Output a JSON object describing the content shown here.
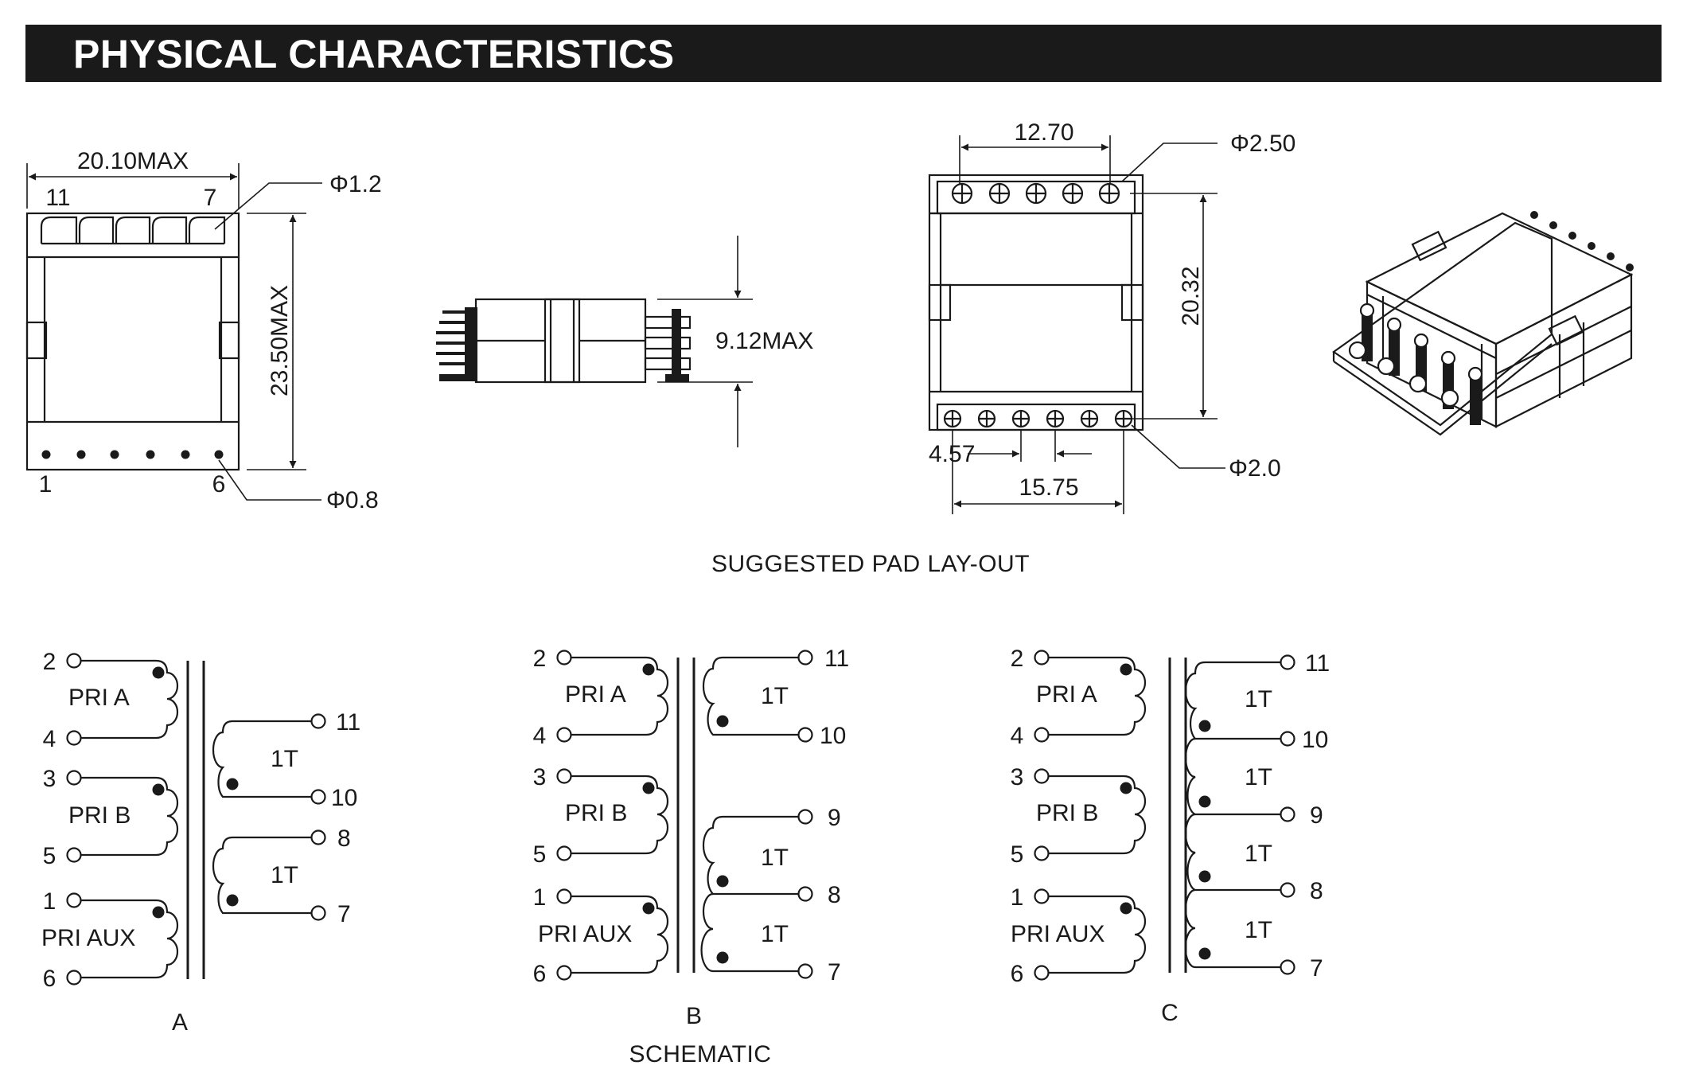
{
  "header": {
    "title": "PHYSICAL  CHARACTERISTICS"
  },
  "dimensions": {
    "top_width": "20.10MAX",
    "top_height": "23.50MAX",
    "top_pin_diameter": "Φ1.2",
    "bottom_pin_diameter": "Φ0.8",
    "side_height": "9.12MAX",
    "pad_pitch_top": "12.70",
    "pad_diameter_top": "Φ2.50",
    "pad_row_spacing": "20.32",
    "pad_pitch_small": "4.57",
    "pad_pitch_bottom": "15.75",
    "pad_diameter_bottom": "Φ2.0"
  },
  "top_view_pins": {
    "top_left": "11",
    "top_right": "7",
    "bottom_left": "1",
    "bottom_right": "6"
  },
  "captions": {
    "pad_layout": "SUGGESTED PAD LAY-OUT",
    "schematic": "SCHEMATIC"
  },
  "schematics": [
    {
      "name": "A",
      "primaries": [
        {
          "label": "PRI A",
          "pin_top": "2",
          "pin_bottom": "4"
        },
        {
          "label": "PRI B",
          "pin_top": "3",
          "pin_bottom": "5"
        },
        {
          "label": "PRI AUX",
          "pin_top": "1",
          "pin_bottom": "6"
        }
      ],
      "secondaries": [
        {
          "label": "1T",
          "pin_top": "11",
          "pin_bottom": "10"
        },
        {
          "label": "1T",
          "pin_top": "8",
          "pin_bottom": "7"
        }
      ]
    },
    {
      "name": "B",
      "primaries": [
        {
          "label": "PRI A",
          "pin_top": "2",
          "pin_bottom": "4"
        },
        {
          "label": "PRI B",
          "pin_top": "3",
          "pin_bottom": "5"
        },
        {
          "label": "PRI AUX",
          "pin_top": "1",
          "pin_bottom": "6"
        }
      ],
      "secondaries": [
        {
          "label": "1T",
          "pin_top": "11",
          "pin_bottom": "10"
        },
        {
          "label": "1T",
          "pin_top": "9",
          "pin_bottom": "8"
        },
        {
          "label": "1T",
          "pin_top": "8",
          "pin_bottom": "7"
        }
      ]
    },
    {
      "name": "C",
      "primaries": [
        {
          "label": "PRI A",
          "pin_top": "2",
          "pin_bottom": "4"
        },
        {
          "label": "PRI B",
          "pin_top": "3",
          "pin_bottom": "5"
        },
        {
          "label": "PRI AUX",
          "pin_top": "1",
          "pin_bottom": "6"
        }
      ],
      "secondaries": [
        {
          "label": "1T",
          "pin_top": "11",
          "pin_bottom": "10"
        },
        {
          "label": "1T",
          "pin_top": "10",
          "pin_bottom": "9"
        },
        {
          "label": "1T",
          "pin_top": "9",
          "pin_bottom": "8"
        },
        {
          "label": "1T",
          "pin_top": "8",
          "pin_bottom": "7"
        }
      ]
    }
  ]
}
